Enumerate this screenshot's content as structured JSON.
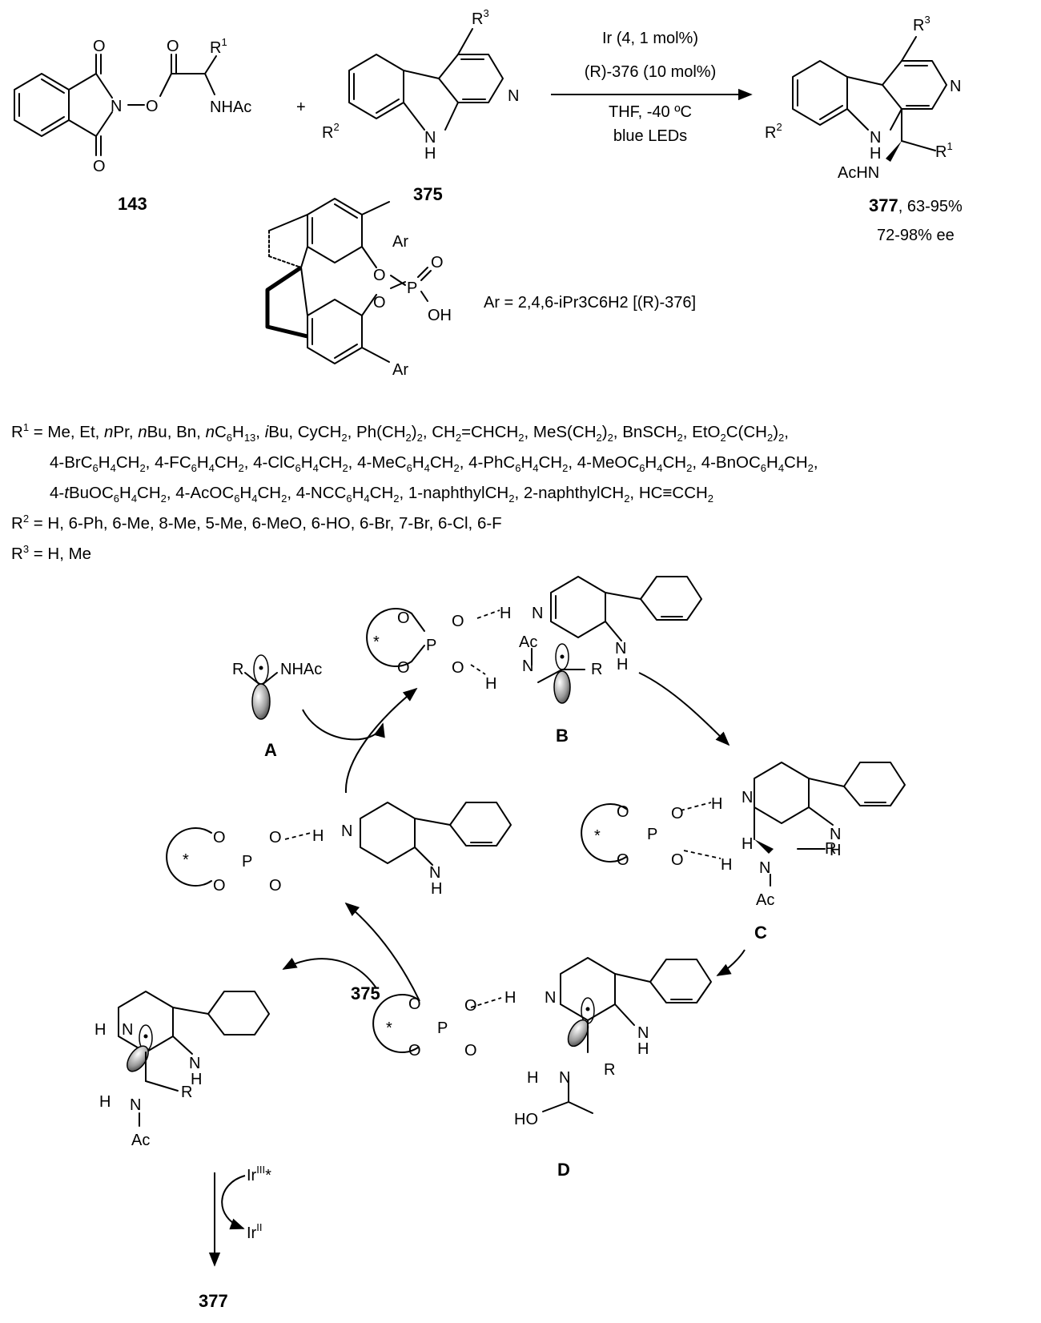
{
  "reaction": {
    "conditions": [
      "Ir (4, 1 mol%)",
      "(R)-376 (10 mol%)",
      "THF, -40 ºC",
      "blue LEDs"
    ],
    "plus": "+",
    "compound_143": "143",
    "compound_375": "375",
    "product_label": "377",
    "product_yield": ", 63-95%",
    "product_ee": "72-98% ee",
    "substituents": {
      "R1": "R1",
      "R2": "R2",
      "R3": "R3",
      "NHAc": "NHAc",
      "AcHN": "AcHN"
    },
    "catalyst_definition": "Ar = 2,4,6-iPr3C6H2 [(R)-376]"
  },
  "substituent_scope": {
    "R1_line1": "R1 = Me, Et, nPr, nBu, Bn, nC6H13, iBu, CyCH2, Ph(CH2)2, CH2=CHCH2, MeS(CH2)2, BnSCH2, EtO2C(CH2)2,",
    "R1_line2": "4-BrC6H4CH2, 4-FC6H4CH2, 4-ClC6H4CH2, 4-MeC6H4CH2, 4-PhC6H4CH2, 4-MeOC6H4CH2, 4-BnOC6H4CH2,",
    "R1_line3": "4-tBuOC6H4CH2, 4-AcOC6H4CH2, 4-NCC6H4CH2, 1-naphthylCH2, 2-naphthylCH2, HC≡CCH2",
    "R2": "R2 = H, 6-Ph, 6-Me, 8-Me, 5-Me, 6-MeO, 6-HO, 6-Br, 7-Br, 6-Cl, 6-F",
    "R3": "R3 = H, Me"
  },
  "mechanism": {
    "intermediates": [
      "A",
      "B",
      "C",
      "D"
    ],
    "radical_A_R": "R",
    "radical_A_NHAc": "NHAc",
    "reagent_375": "375",
    "final_product": "377",
    "ir_excited": "IrIII*",
    "ir_reduced": "IrII"
  },
  "colors": {
    "ink": "#000000",
    "background": "#ffffff",
    "orbital_fill": "#9a9a9a"
  }
}
